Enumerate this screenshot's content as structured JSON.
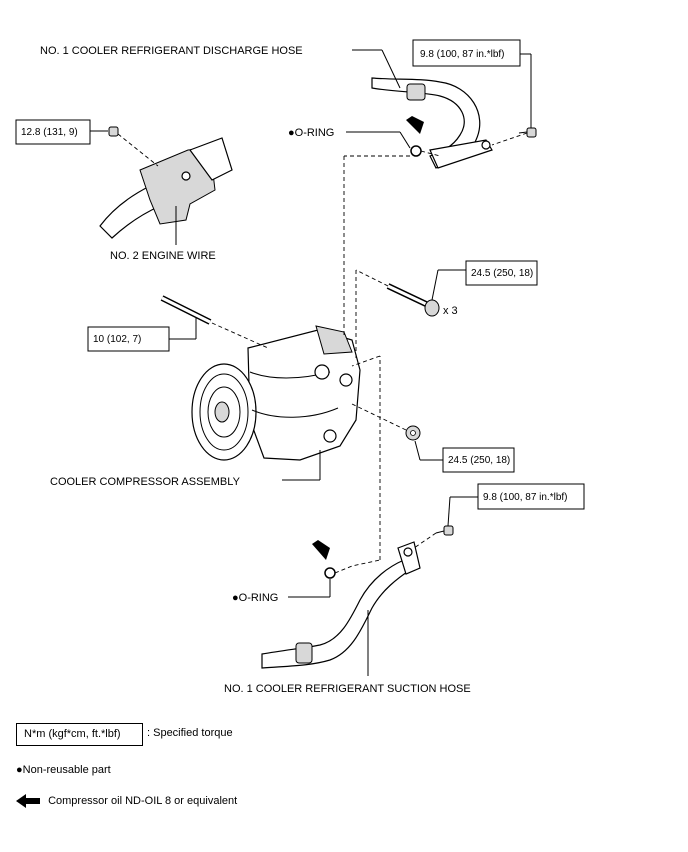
{
  "labels": {
    "discharge_hose": "NO. 1 COOLER REFRIGERANT DISCHARGE HOSE",
    "o_ring_top": "●O-RING",
    "engine_wire": "NO. 2 ENGINE WIRE",
    "compressor": "COOLER COMPRESSOR ASSEMBLY",
    "o_ring_bottom": "●O-RING",
    "suction_hose": "NO. 1 COOLER REFRIGERANT SUCTION HOSE",
    "bolt_qty": "x 3"
  },
  "torques": {
    "discharge_bolt": "9.8 (100, 87 in.*lbf)",
    "wire_bolt": "12.8 (131, 9)",
    "compressor_bolts": "24.5 (250, 18)",
    "stud": "10 (102, 7)",
    "nut": "24.5 (250, 18)",
    "suction_bolt": "9.8 (100, 87 in.*lbf)"
  },
  "legend": {
    "torque_box": "N*m (kgf*cm, ft.*lbf)",
    "torque_desc": ": Specified torque",
    "non_reusable": "●Non-reusable part",
    "oil": "Compressor oil ND-OIL 8 or equivalent"
  },
  "icons": [
    "oil-arrow-icon",
    "bolt-icon",
    "nut-icon",
    "o-ring-icon"
  ]
}
